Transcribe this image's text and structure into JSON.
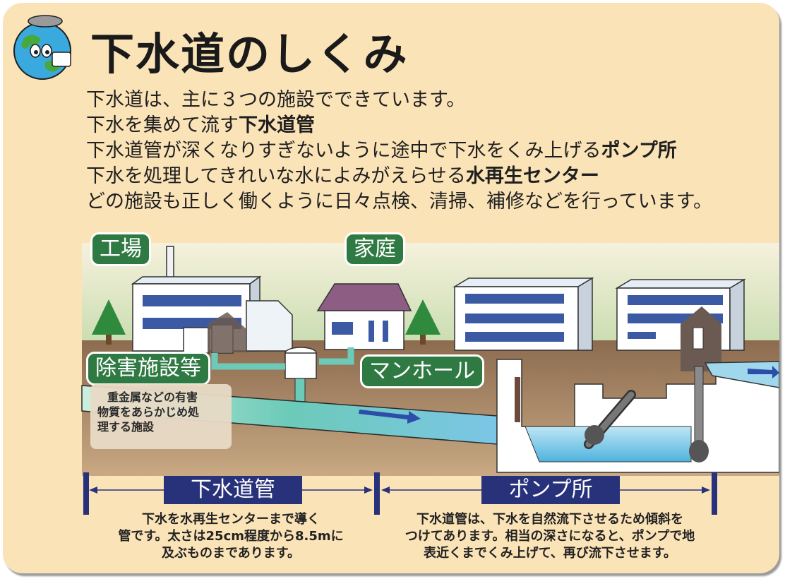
{
  "title": "下水道のしくみ",
  "intro": {
    "line1": "下水道は、主に３つの施設でできています。",
    "line2_plain": "下水を集めて流す",
    "line2_bold": "下水道管",
    "line3_plain": "下水道管が深くなりすぎないように途中で下水をくみ上げる",
    "line3_bold": "ポンプ所",
    "line4_plain": "下水を処理してきれいな水によみがえらせる",
    "line4_bold": "水再生センター",
    "line5": "どの施設も正しく働くように日々点検、清掃、補修などを行っています。"
  },
  "labels": {
    "factory": "工場",
    "home": "家庭",
    "pretreatment": "除害施設等",
    "manhole": "マンホール"
  },
  "pretreatment_note": {
    "line1": "重金属などの有害",
    "line2": "物質をあらかじめ処",
    "line3": "理する施設"
  },
  "sections": {
    "sewer_pipe": {
      "label": "下水道管",
      "line1": "下水を水再生センターまで導く",
      "line2": "管です。太さは25cm程度から8.5mに",
      "line3": "及ぶものまであります。"
    },
    "pump_station": {
      "label": "ポンプ所",
      "line1": "下水道管は、下水を自然流下させるため傾斜を",
      "line2": "つけてあります。相当の深さになると、ポンプで地",
      "line3": "表近くまでくみ上げて、再び流下させます。"
    }
  },
  "colors": {
    "panel": "#fbe3b8",
    "label_green": "#2f7a43",
    "section_navy": "#27327a",
    "water": "#5cc3c8",
    "ground": "#8b6a4f"
  }
}
